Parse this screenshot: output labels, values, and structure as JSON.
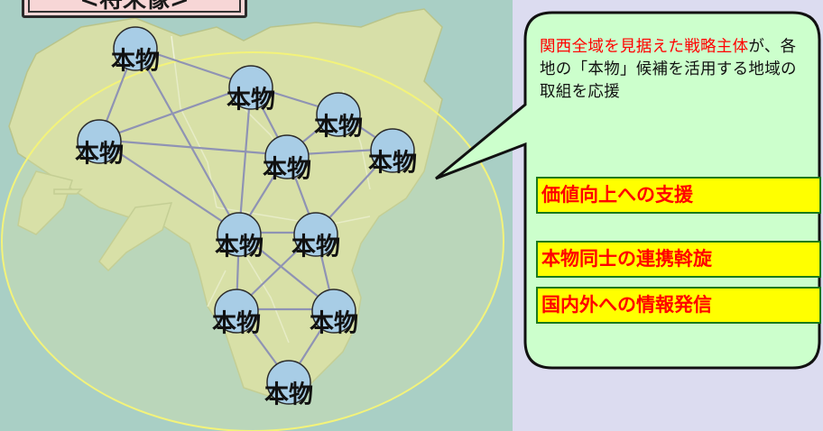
{
  "future_tab": {
    "label": "<将来像>"
  },
  "nodes": [
    {
      "label": "本物"
    },
    {
      "label": "本物"
    },
    {
      "label": "本物"
    },
    {
      "label": "本物"
    },
    {
      "label": "本物"
    },
    {
      "label": "本物"
    },
    {
      "label": "本物"
    },
    {
      "label": "本物"
    },
    {
      "label": "本物"
    },
    {
      "label": "本物"
    },
    {
      "label": "本物"
    }
  ],
  "callout": {
    "highlight_text": "関西全域を見据えた戦略主体",
    "body_text": "が、各地の「本物」候補を活用する地域の取組を応援"
  },
  "support_items": [
    {
      "label": "価値向上への支援"
    },
    {
      "label": "本物同士の連携斡旋"
    },
    {
      "label": "国内外への情報発信"
    }
  ],
  "colors": {
    "sea": "#a9cfc5",
    "land": "#d7dfa8",
    "node_fill": "#a8cde6",
    "callout_fill": "#ccffcc",
    "support_fill": "#ffff00",
    "highlight_text": "#ff0000"
  }
}
